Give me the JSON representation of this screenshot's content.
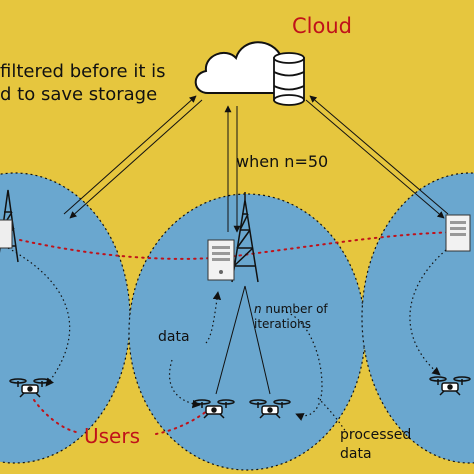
{
  "labels": {
    "cloud": "Cloud",
    "filter_line1": "filtered before it is",
    "filter_line2": "d to save storage",
    "when_n": "when n=50",
    "n_number": "n",
    "n_rest": " number of",
    "iterations": "iterations",
    "data": "data",
    "users": "Users",
    "processed": "processed",
    "processed2": "data"
  },
  "colors": {
    "background": "#e6c63e",
    "cell_fill": "#6aa7cf",
    "accent_red": "#c0121a",
    "ink": "#111111"
  }
}
